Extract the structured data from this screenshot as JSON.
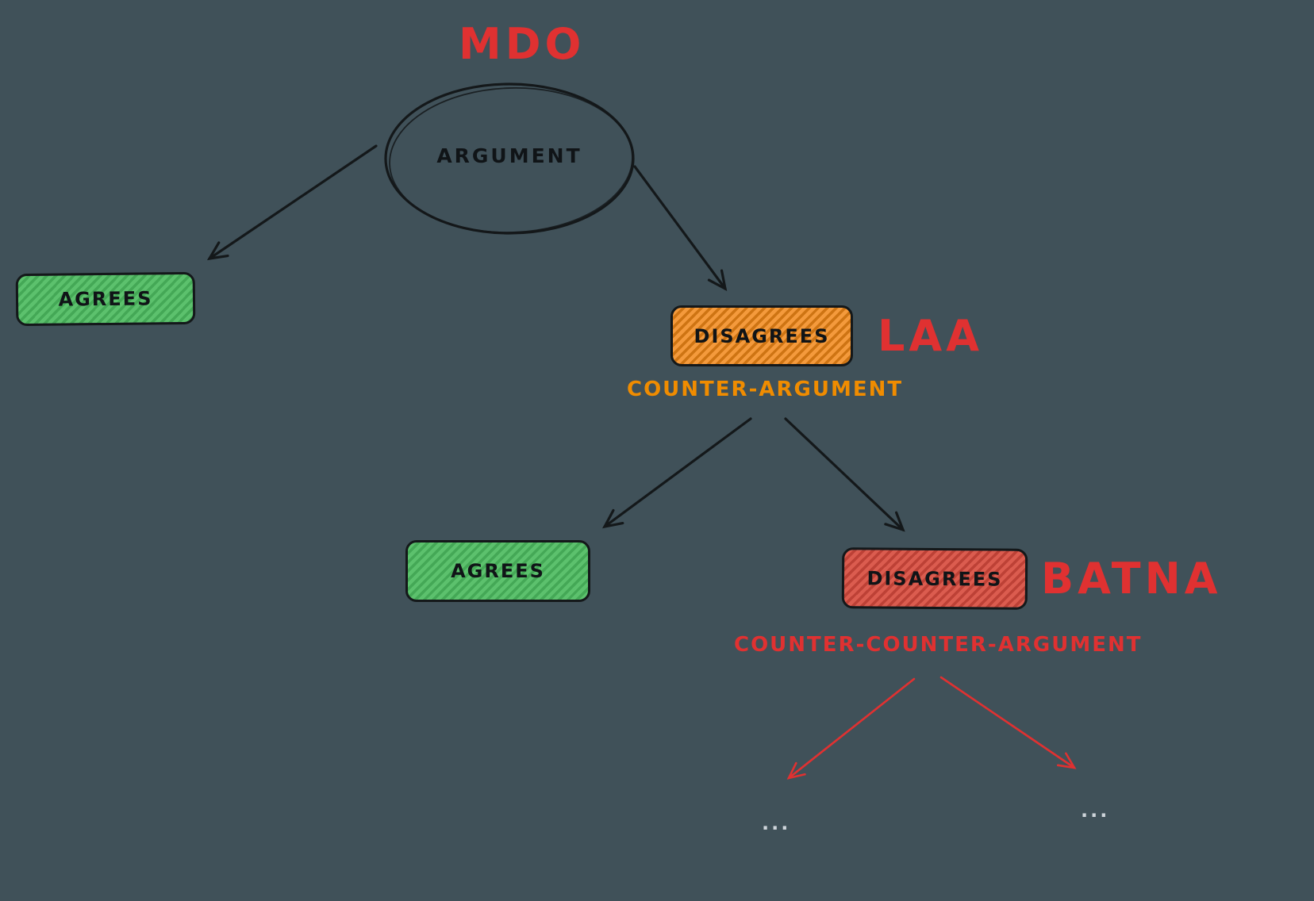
{
  "diagram": {
    "labels": {
      "mdo": "MDO",
      "argument": "ARGUMENT",
      "agrees_top": "AGREES",
      "disagrees_top": "DISAGREES",
      "laa": "LAA",
      "counter_argument": "COUNTER-ARGUMENT",
      "agrees_mid": "AGREES",
      "disagrees_mid": "DISAGREES",
      "batna": "BATNA",
      "counter_counter_argument": "COUNTER-COUNTER-ARGUMENT",
      "ellipsis_left": "...",
      "ellipsis_right": "..."
    },
    "colors": {
      "background": "#405159",
      "node_green": "#4fb661",
      "node_orange": "#ef8c2a",
      "node_red": "#d0503f",
      "stroke_black": "#14181a",
      "annotation_red": "#e03131",
      "annotation_orange": "#f08c00",
      "ellipsis_gray": "#ced4da"
    }
  }
}
